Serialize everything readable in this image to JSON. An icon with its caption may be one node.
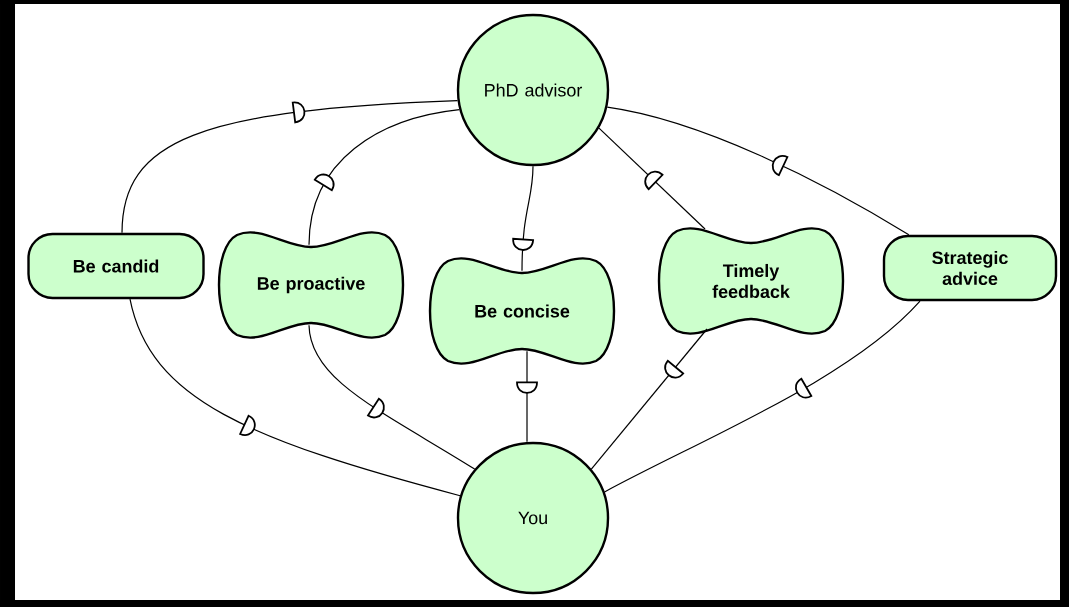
{
  "diagram": {
    "nodes": [
      {
        "text": [
          "PhD advisor"
        ]
      },
      {
        "text": [
          "Be candid"
        ]
      },
      {
        "text": [
          "Be proactive"
        ]
      },
      {
        "text": [
          "Be concise"
        ]
      },
      {
        "text": [
          "Timely feedback"
        ]
      },
      {
        "text": [
          "Strategic advice"
        ]
      },
      {
        "text": [
          "You"
        ]
      }
    ],
    "edges": [
      {
        "from": 1,
        "to": 0,
        "arrow": "none"
      },
      {
        "from": 2,
        "to": 0,
        "arrow": "none"
      },
      {
        "from": 0,
        "to": 3,
        "arrow": "none"
      },
      {
        "from": 4,
        "to": 0,
        "arrow": "none"
      },
      {
        "from": 5,
        "to": 0,
        "arrow": "none"
      },
      {
        "from": 1,
        "to": 6,
        "arrow": "none"
      },
      {
        "from": 2,
        "to": 6,
        "arrow": "none"
      },
      {
        "from": 3,
        "to": 6,
        "arrow": "none"
      },
      {
        "from": 4,
        "to": 6,
        "arrow": "none"
      },
      {
        "from": 5,
        "to": 6,
        "arrow": "none"
      }
    ]
  }
}
